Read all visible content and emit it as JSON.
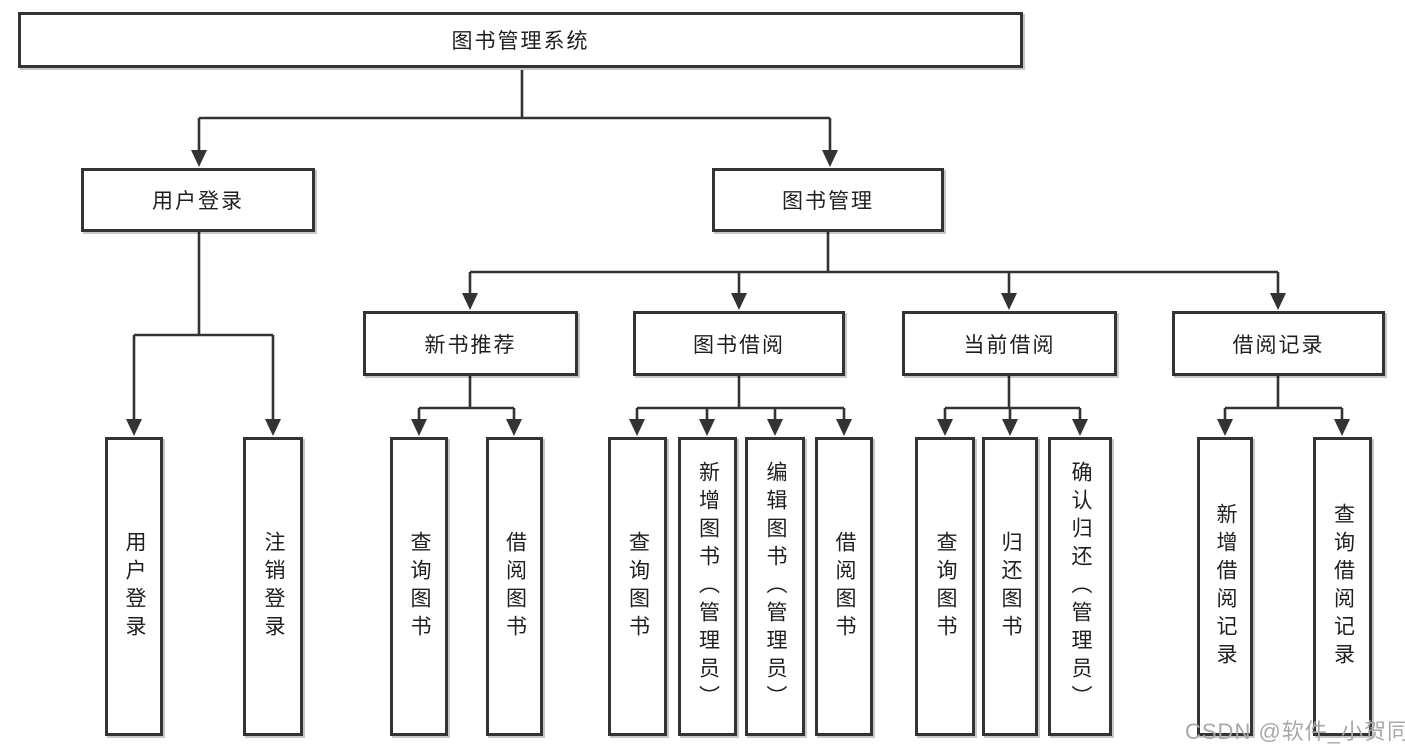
{
  "diagram_title": "图书管理系统",
  "tree": {
    "label": "图书管理系统",
    "children": [
      {
        "label": "用户登录",
        "children": [
          {
            "label": "用户登录"
          },
          {
            "label": "注销登录"
          }
        ]
      },
      {
        "label": "图书管理",
        "children": [
          {
            "label": "新书推荐",
            "children": [
              {
                "label": "查询图书"
              },
              {
                "label": "借阅图书"
              }
            ]
          },
          {
            "label": "图书借阅",
            "children": [
              {
                "label": "查询图书"
              },
              {
                "label": "新增图书（管理员）"
              },
              {
                "label": "编辑图书（管理员）"
              },
              {
                "label": "借阅图书"
              }
            ]
          },
          {
            "label": "当前借阅",
            "children": [
              {
                "label": "查询图书"
              },
              {
                "label": "归还图书"
              },
              {
                "label": "确认归还（管理员）"
              }
            ]
          },
          {
            "label": "借阅记录",
            "children": [
              {
                "label": "新增借阅记录"
              },
              {
                "label": "查询借阅记录"
              }
            ]
          }
        ]
      }
    ]
  },
  "watermark": {
    "text": "CSDN @软件_小贺同学"
  },
  "colors": {
    "line": "#333333",
    "text": "#1f1f1f",
    "watermark": "#a8a8a8",
    "background": "#ffffff"
  }
}
